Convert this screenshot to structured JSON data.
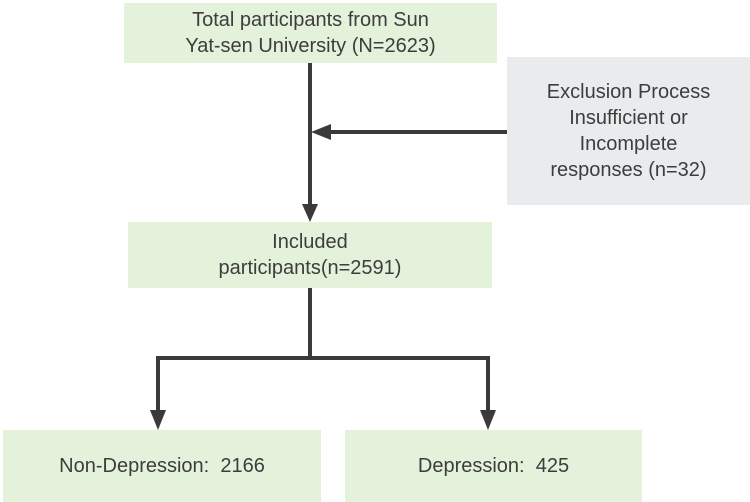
{
  "flowchart": {
    "nodes": [
      {
        "id": "total-participants",
        "text": "Total participants from Sun\nYat-sen University (N=2623)"
      },
      {
        "id": "exclusion-process",
        "text": "Exclusion Process\nInsufficient or\nIncomplete\nresponses (n=32)"
      },
      {
        "id": "included-participants",
        "text": "Included\nparticipants(n=2591)"
      },
      {
        "id": "non-depression",
        "text": "Non-Depression:  2166"
      },
      {
        "id": "depression",
        "text": "Depression:  425"
      }
    ],
    "counts": {
      "total": 2623,
      "excluded": 32,
      "included": 2591,
      "non_depression": 2166,
      "depression": 425
    },
    "colors": {
      "green_box": "#e4f1db",
      "gray_box": "#e9ebed",
      "arrow": "#3a3a3a",
      "text": "#3d3d3d"
    }
  }
}
